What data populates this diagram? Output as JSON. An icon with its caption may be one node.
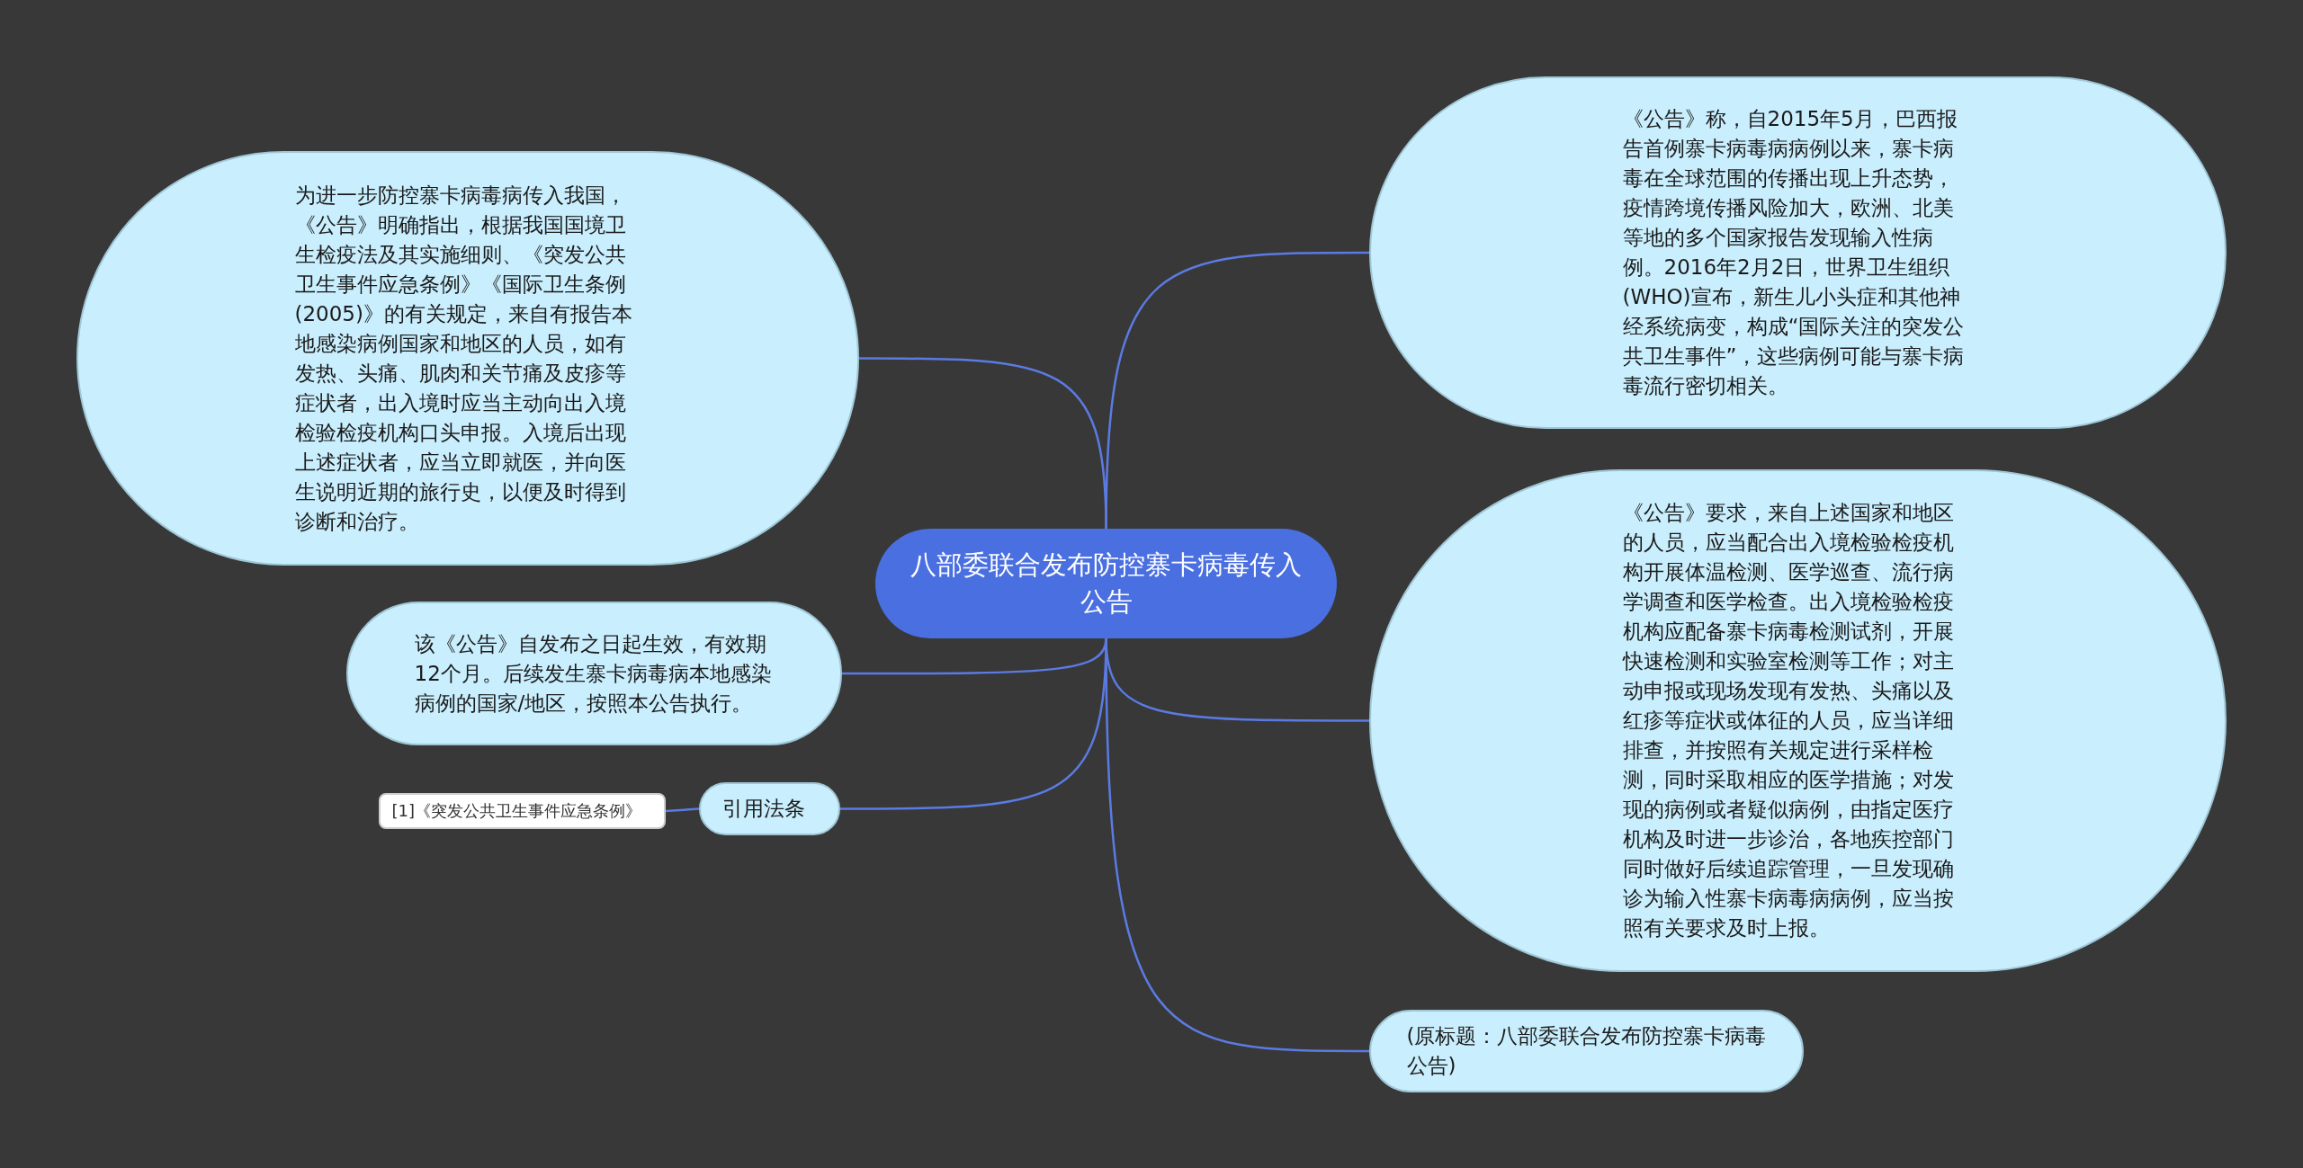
{
  "diagram": {
    "nodes": [
      {
        "text": [
          "八部委联合发布防控寨卡病毒传入公告"
        ]
      },
      {
        "text": [
          "为进一步防控寨卡病毒病传入我国，《公告》明确指出，根据我国国境卫生检疫法及其实施细则、《突发公共卫生事件应急条例》《国际卫生条例(2005)》的有关规定，来自有报告本地感染病例国家和地区的人员，如有发热、头痛、肌肉和关节痛及皮疹等症状者，出入境时应当主动向出入境检验检疫机构口头申报。入境后出现上述症状者，应当立即就医，并向医生说明近期的旅行史，以便及时得到诊断和治疗。"
        ]
      },
      {
        "text": [
          "《公告》称，自2015年5月，巴西报告首例寨卡病毒病病例以来，寨卡病毒在全球范围的传播出现上升态势，疫情跨境传播风险加大，欧洲、北美等地的多个国家报告发现输入性病例。2016年2月2日，世界卫生组织(WHO)宣布，新生儿小头症和其他神经系统病变，构成“国际关注的突发公共卫生事件”，这些病例可能与寨卡病毒流行密切相关。"
        ]
      },
      {
        "text": [
          "《公告》要求，来自上述国家和地区的人员，应当配合出入境检验检疫机构开展体温检测、医学巡查、流行病学调查和医学检查。出入境检验检疫机构应配备寨卡病毒检测试剂，开展快速检测和实验室检测等工作；对主动申报或现场发现有发热、头痛以及红疹等症状或体征的人员，应当详细排查，并按照有关规定进行采样检测，同时采取相应的医学措施；对发现的病例或者疑似病例，由指定医疗机构及时进一步诊治，各地疾控部门同时做好后续追踪管理，一旦发现确诊为输入性寨卡病毒病病例，应当按照有关要求及时上报。"
        ]
      },
      {
        "text": [
          "该《公告》自发布之日起生效，有效期12个月。后续发生寨卡病毒病本地感染病例的国家/地区，按照本公告执行。"
        ]
      },
      {
        "text": [
          "引用法条"
        ]
      },
      {
        "text": [
          "[1]《突发公共卫生事件应急条例》"
        ]
      },
      {
        "text": [
          "(原标题：八部委联合发布防控寨卡病毒公告)"
        ]
      }
    ],
    "edges": [
      {
        "from": 0,
        "to": 1,
        "arrow": "none"
      },
      {
        "from": 0,
        "to": 2,
        "arrow": "none"
      },
      {
        "from": 0,
        "to": 3,
        "arrow": "none"
      },
      {
        "from": 0,
        "to": 4,
        "arrow": "none"
      },
      {
        "from": 0,
        "to": 5,
        "arrow": "none"
      },
      {
        "from": 5,
        "to": 6,
        "arrow": "none"
      },
      {
        "from": 0,
        "to": 7,
        "arrow": "none"
      }
    ]
  }
}
